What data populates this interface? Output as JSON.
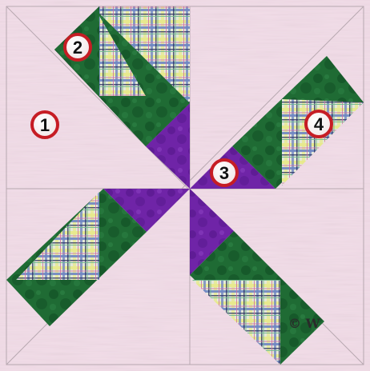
{
  "colors": {
    "background": "#f2dde8",
    "green": "#1f6b34",
    "green_dark": "#0f4a22",
    "purple": "#6f24a7",
    "purple_dark": "#521687",
    "plaid_base": "#e4e8d8",
    "plaid_yellow": "#e6e98c",
    "plaid_blue": "#6f86c3",
    "plaid_navy": "#28325f",
    "plaid_pink": "#cf6da0",
    "plaid_green": "#6eb68d",
    "seam": "#b7a8b0",
    "badge_fill": "#fffdfd",
    "badge_stroke": "#c61d24"
  },
  "badges": [
    {
      "label": "1"
    },
    {
      "label": "2"
    },
    {
      "label": "3"
    },
    {
      "label": "4"
    }
  ],
  "copyright_mark": "© W"
}
